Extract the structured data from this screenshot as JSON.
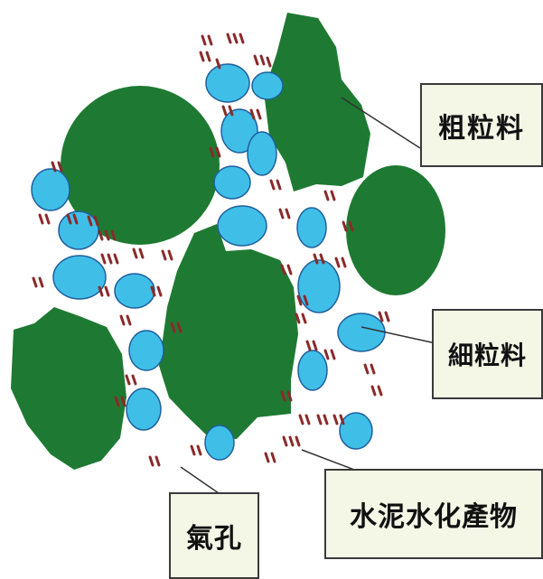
{
  "labels": {
    "coarse_aggregate": "粗粒料",
    "fine_aggregate": "細粒料",
    "hydration_products": "水泥水化產物",
    "air_pores": "氣孔"
  },
  "colors": {
    "coarse_aggregate": "#1e7a32",
    "fine_aggregate": "#3fbfe8",
    "fine_aggregate_outline": "#1f5f9c",
    "hydration_marks": "#8b2a2a",
    "label_background": "#f4f6e6",
    "leader_line": "#333333"
  }
}
